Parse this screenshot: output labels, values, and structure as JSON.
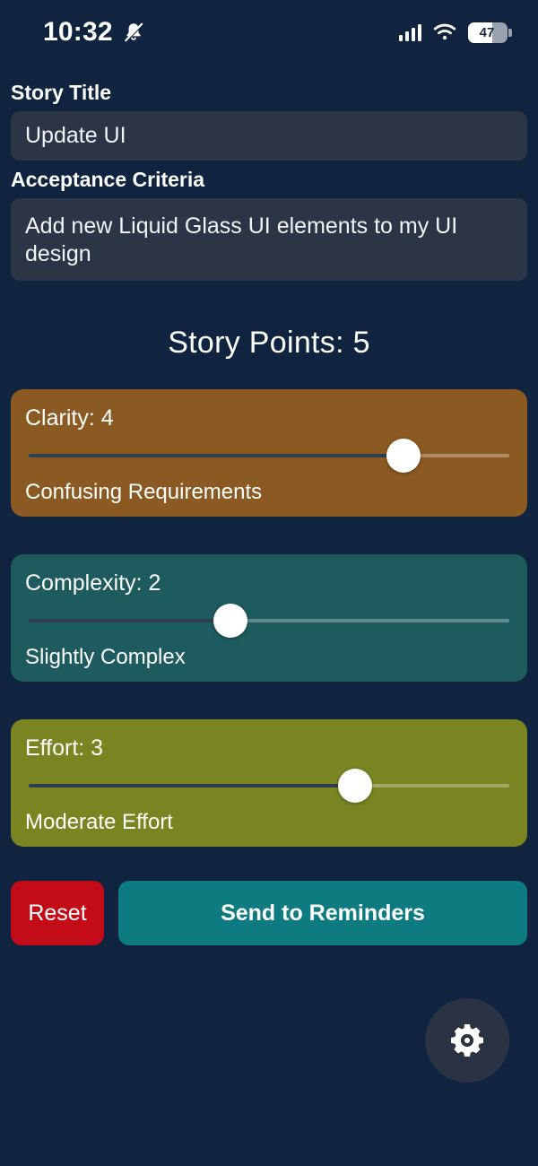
{
  "status_bar": {
    "time": "10:32",
    "silent_icon": "bell-slash-icon",
    "signal_icon": "cellular-signal-icon",
    "wifi_icon": "wifi-icon",
    "battery_percent": "47",
    "battery_level": 47
  },
  "form": {
    "title_label": "Story Title",
    "title_value": "Update UI",
    "criteria_label": "Acceptance Criteria",
    "criteria_value": "Add new Liquid Glass UI elements to my UI design"
  },
  "summary": {
    "story_points_text": "Story Points: 5",
    "story_points_value": 5
  },
  "sliders": [
    {
      "key": "clarity",
      "title": "Clarity: 4",
      "value": 4,
      "caption": "Confusing Requirements",
      "percent": 78,
      "color": "#8a5a22"
    },
    {
      "key": "complexity",
      "title": "Complexity: 2",
      "value": 2,
      "caption": "Slightly Complex",
      "percent": 42,
      "color": "#1d5b5e"
    },
    {
      "key": "effort",
      "title": "Effort: 3",
      "value": 3,
      "caption": "Moderate Effort",
      "percent": 68,
      "color": "#7a8522"
    }
  ],
  "actions": {
    "reset_label": "Reset",
    "reset_color": "#c40c18",
    "send_label": "Send to Reminders",
    "send_color": "#0d7b80"
  },
  "fab": {
    "icon": "gear-icon"
  },
  "theme": {
    "background": "#10233f",
    "field_background": "#2b3545",
    "text": "#ffffff"
  }
}
